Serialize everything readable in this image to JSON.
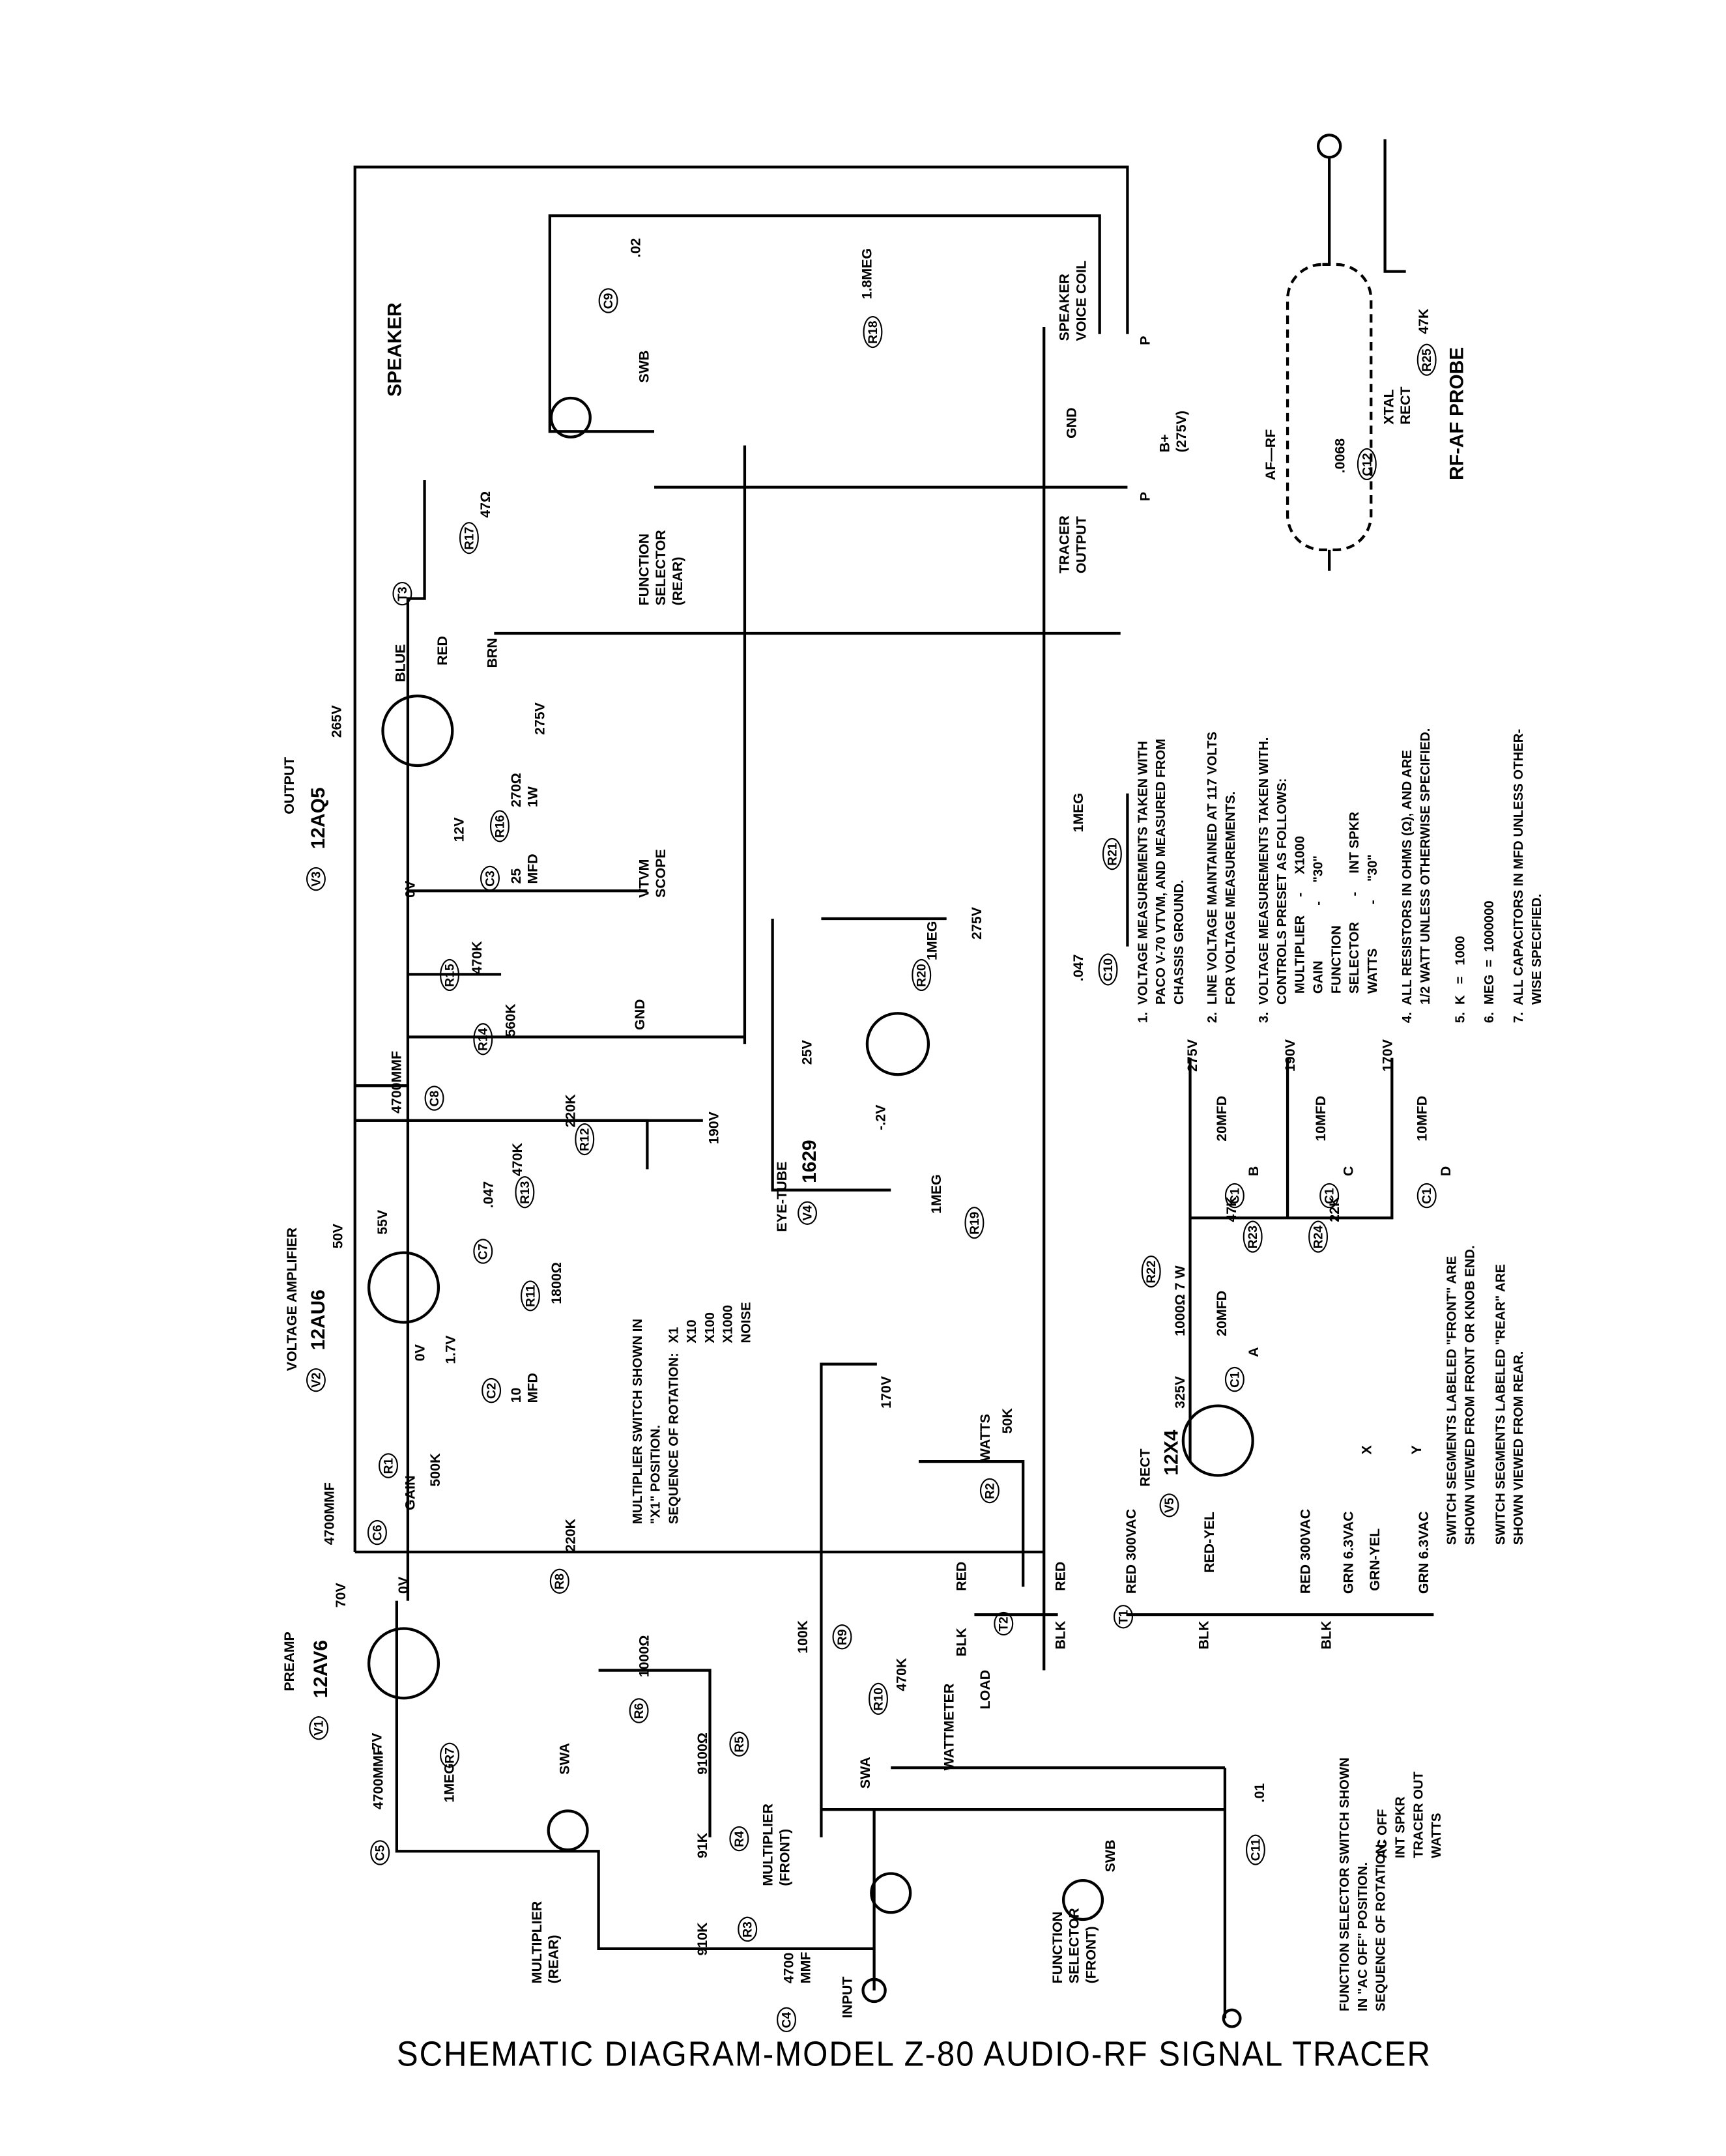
{
  "title": "SCHEMATIC DIAGRAM-MODEL Z-80 AUDIO-RF SIGNAL TRACER",
  "l": {
    "speaker": "SPEAKER",
    "v3_func": "OUTPUT",
    "v3_ref": "V3",
    "v3_type": "12AQ5",
    "v3_265": "265V",
    "blue": "BLUE",
    "red_t3": "RED",
    "brn": "BRN",
    "t3": "T3",
    "r17": "R17",
    "r17_val": "47Ω",
    "b275a": "275V",
    "v12": "12V",
    "r16": "R16",
    "r16_val": "270Ω\n1W",
    "c3": "C3",
    "c3_val": "25\nMFD",
    "v0_a": "0V",
    "vtvm": "VTVM\nSCOPE",
    "r15": "R15",
    "r15_val": "470K",
    "gnd_a": "GND",
    "r14": "R14",
    "r14_val": "560K",
    "c8": "C8",
    "c8_val": "4700MMF",
    "r12": "R12",
    "r12_val": "220K",
    "b190a": "190V",
    "r13": "R13",
    "r13_val": "470K",
    "c7": "C7",
    "c7_val": ".047",
    "v2_func": "VOLTAGE AMPLIFIER",
    "v2_ref": "V2",
    "v2_type": "12AU6",
    "v50": "50V",
    "v55": "55V",
    "r11": "R11",
    "r11_val": "1800Ω",
    "v0_b": "0V",
    "v17": "1.7V",
    "c2": "C2",
    "c2_val": "10\nMFD",
    "mult_note": "MULTIPLIER SWITCH SHOWN IN\n\"X1\" POSITION.\nSEQUENCE OF ROTATION:",
    "mult_seq": "X1\nX10\nX100\nX1000\nNOISE",
    "b170a": "170V",
    "v4_func": "EYE-TUBE",
    "v4_ref": "V4",
    "v4_type": "1629",
    "v25": "25V",
    "vm2": "-.2V",
    "r20": "R20",
    "r20_val": "1MEG",
    "b275b": "275V",
    "r19": "R19",
    "r19_val": "1MEG",
    "r21": "R21",
    "r21_val": "1MEG",
    "c10": "C10",
    "c10_val": ".047",
    "n275": "275V",
    "n190": "190V",
    "n170": "170V",
    "c1b": "C1",
    "c1b_sec": "B",
    "c1b_val": "20MFD",
    "c1c": "C1",
    "c1c_sec": "C",
    "c1c_val": "10MFD",
    "c1d": "C1",
    "c1d_sec": "D",
    "c1d_val": "10MFD",
    "r22": "R22",
    "r22_val": "1000Ω 7 W",
    "r23": "R23",
    "r23_val": "47K",
    "r24": "R24",
    "r24_val": "22K",
    "c1a": "C1",
    "c1a_sec": "A",
    "c1a_val": "20MFD",
    "v325": "325V",
    "v5_func": "RECT",
    "v5_ref": "V5",
    "v5_type": "12X4",
    "x": "X",
    "y": "Y",
    "front_note": "SWITCH SEGMENTS LABELED \"FRONT\" ARE\nSHOWN VIEWED FROM FRONT OR KNOB END.",
    "rear_note": "SWITCH SEGMENTS LABELED \"REAR\" ARE\nSHOWN VIEWED FROM REAR.",
    "t1": "T1",
    "red300a": "RED 300VAC",
    "redyel": "RED-YEL",
    "red300b": "RED 300VAC",
    "grn63a": "GRN 6.3VAC",
    "grnyel": "GRN-YEL",
    "grn63b": "GRN 6.3VAC",
    "blk_t1a": "BLK",
    "blk_t1b": "BLK",
    "watts": "WATTS",
    "watts_val": "50K",
    "r2": "R2",
    "red_t2a": "RED",
    "red_t2b": "RED",
    "blk_t2a": "BLK",
    "blk_t2b": "BLK",
    "t2": "T2",
    "r9": "R9",
    "r9_val": "100K",
    "r10": "R10",
    "r10_val": "470K",
    "wattmeter": "WATTMETER",
    "load": "LOAD",
    "r8": "R8",
    "r8_val": "220K",
    "c6": "C6",
    "c6_val": "4700MMF",
    "r1": "R1",
    "gain": "GAIN",
    "r1_val": "500K",
    "v1_func": "PREAMP",
    "v1_ref": "V1",
    "v1_type": "12AV6",
    "v70": "70V",
    "v0_c": "0V",
    "r6": "R6",
    "r6_val": "1000Ω",
    "r7": "R7",
    "r7_val": "1MEG",
    "v07": ".7V",
    "c5": "C5",
    "c5_val": "4700MMF",
    "swa_a": "SWA",
    "r5": "R5",
    "r5_val": "9100Ω",
    "r4": "R4",
    "r4_val": "91K",
    "r3": "R3",
    "r3_val": "910K",
    "mult_front": "MULTIPLIER\n(FRONT)",
    "swa_b": "SWA",
    "mult_rear": "MULTIPLIER\n(REAR)",
    "c4": "C4",
    "c4_val": "4700\nMMF",
    "input": "INPUT",
    "func_front": "FUNCTION\nSELECTOR\n(FRONT)",
    "swb_a": "SWB",
    "c11": "C11",
    "c11_val": ".01",
    "func_note": "FUNCTION SELECTOR SWITCH SHOWN\nIN \"AC OFF\" POSITION.\nSEQUENCE OF ROTATION:",
    "func_seq": "AC OFF\nINT SPKR\nTRACER OUT\nWATTS",
    "func_rear": "FUNCTION\nSELECTOR\n(REAR)",
    "swb_b": "SWB",
    "c9": "C9",
    "c9_val": ".02",
    "r18": "R18",
    "r18_val": "1.8MEG",
    "voice_coil": "SPEAKER\nVOICE COIL",
    "gnd_b": "GND",
    "bplus": "B+\n(275V)",
    "tracer_out": "TRACER\nOUTPUT",
    "p1": "P",
    "p2": "P",
    "probe": "RF-AF PROBE",
    "afrf": "AF—RF",
    "c12": "C12",
    "c12_val": ".0068",
    "xtal": "XTAL\nRECT",
    "r25": "R25",
    "r25_val": "47K"
  },
  "notes": [
    "1.  VOLTAGE MEASUREMENTS TAKEN WITH\n     PACO V-70 VTVM, AND MEASURED FROM\n     CHASSIS GROUND.",
    "2.  LINE VOLTAGE MAINTAINED AT 117 VOLTS\n     FOR VOLTAGE MEASUREMENTS.",
    "3.  VOLTAGE MEASUREMENTS TAKEN WITH.\n     CONTROLS PRESET AS FOLLOWS:\n        MULTIPLIER     -     X1000\n        GAIN               -     \"30\"\n        FUNCTION\n        SELECTOR       -     INT SPKR\n        WATTS            -     \"30\"",
    "4.  ALL RESISTORS IN OHMS (Ω), AND ARE\n     1/2 WATT UNLESS OTHERWISE SPECIFIED.",
    "5.  K   =   1000",
    "6.  MEG  =  1000000",
    "7.  ALL CAPACITORS IN MFD UNLESS OTHER-\n     WISE SPECIFIED."
  ]
}
